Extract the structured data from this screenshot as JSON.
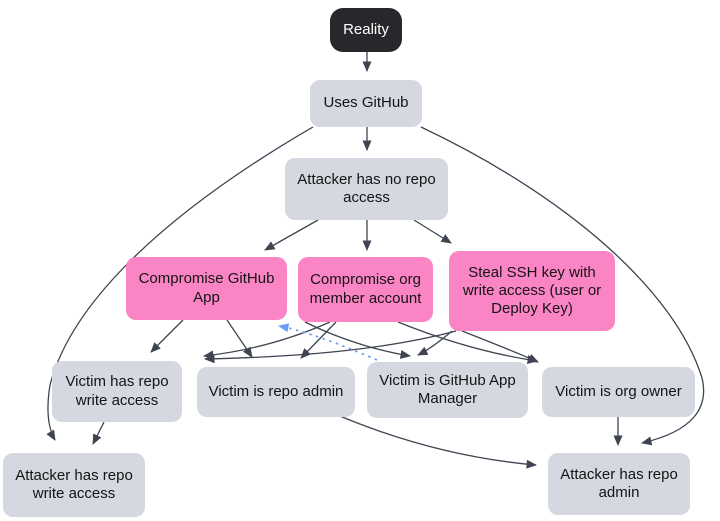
{
  "diagram": {
    "nodes": {
      "reality": {
        "label": "Reality",
        "type": "root"
      },
      "uses_github": {
        "label": "Uses GitHub",
        "type": "state"
      },
      "no_repo_access": {
        "label": "Attacker has no repo access",
        "type": "state"
      },
      "compromise_app": {
        "label": "Compromise GitHub App",
        "type": "attack"
      },
      "compromise_org_member": {
        "label": "Compromise org member account",
        "type": "attack"
      },
      "steal_ssh_key": {
        "label": "Steal SSH key with write access (user or Deploy Key)",
        "type": "attack"
      },
      "victim_repo_write": {
        "label": "Victim has repo write access",
        "type": "state"
      },
      "victim_repo_admin": {
        "label": "Victim is repo admin",
        "type": "state"
      },
      "victim_app_manager": {
        "label": "Victim is GitHub App Manager",
        "type": "state"
      },
      "victim_org_owner": {
        "label": "Victim is org owner",
        "type": "state"
      },
      "attacker_repo_write": {
        "label": "Attacker has repo write access",
        "type": "state"
      },
      "attacker_repo_admin": {
        "label": "Attacker has repo admin",
        "type": "state"
      }
    },
    "edges": [
      {
        "from": "reality",
        "to": "uses_github",
        "style": "solid"
      },
      {
        "from": "uses_github",
        "to": "no_repo_access",
        "style": "solid"
      },
      {
        "from": "uses_github",
        "to": "attacker_repo_write",
        "style": "solid"
      },
      {
        "from": "uses_github",
        "to": "attacker_repo_admin",
        "style": "solid"
      },
      {
        "from": "no_repo_access",
        "to": "compromise_app",
        "style": "solid"
      },
      {
        "from": "no_repo_access",
        "to": "compromise_org_member",
        "style": "solid"
      },
      {
        "from": "no_repo_access",
        "to": "steal_ssh_key",
        "style": "solid"
      },
      {
        "from": "compromise_app",
        "to": "victim_repo_write",
        "style": "solid"
      },
      {
        "from": "compromise_app",
        "to": "victim_repo_admin",
        "style": "solid"
      },
      {
        "from": "compromise_org_member",
        "to": "victim_repo_write",
        "style": "solid"
      },
      {
        "from": "compromise_org_member",
        "to": "victim_repo_admin",
        "style": "solid"
      },
      {
        "from": "compromise_org_member",
        "to": "victim_app_manager",
        "style": "solid"
      },
      {
        "from": "compromise_org_member",
        "to": "victim_org_owner",
        "style": "solid"
      },
      {
        "from": "steal_ssh_key",
        "to": "victim_repo_write",
        "style": "solid"
      },
      {
        "from": "steal_ssh_key",
        "to": "victim_app_manager",
        "style": "solid"
      },
      {
        "from": "steal_ssh_key",
        "to": "victim_org_owner",
        "style": "solid"
      },
      {
        "from": "victim_app_manager",
        "to": "compromise_app",
        "style": "dotted-blue"
      },
      {
        "from": "victim_repo_write",
        "to": "attacker_repo_write",
        "style": "solid"
      },
      {
        "from": "victim_repo_admin",
        "to": "attacker_repo_admin",
        "style": "solid"
      },
      {
        "from": "victim_org_owner",
        "to": "attacker_repo_admin",
        "style": "solid"
      }
    ],
    "colors": {
      "node_state": "#d5d8e0",
      "node_attack": "#fb84c5",
      "node_root": "#27282b",
      "edge": "#3e4451",
      "edge_highlight": "#6b9df1",
      "background": "#ffffff"
    }
  }
}
